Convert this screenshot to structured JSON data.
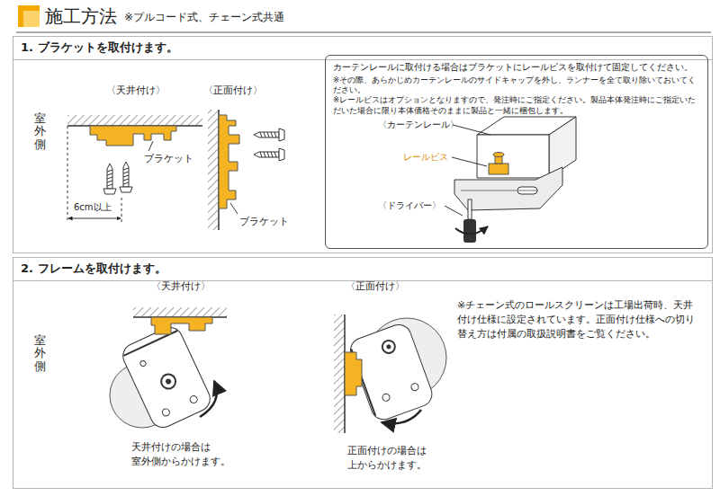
{
  "diagram": {
    "title": "施工方法",
    "nodes": [
      {
        "text": [
          "1. ブラケットを取付けます。"
        ]
      },
      {
        "text": [
          "カーテンレールに取付ける場合はブラケットにレールビスを取付けて固定してください。",
          "※その際、あらかじめカーテンレールのサイドキャップを外し、ランナーを全て取り除いておいてください。",
          "※レールビスはオプションとなりますので、発注時にご指定ください。製品本体発注時にご指定いただいた場合に限り本体価格そのままに製品と一緒に梱包します。"
        ],
        "in": 0
      },
      {
        "text": [
          "2. フレームを取付けます。"
        ]
      }
    ],
    "labels": [
      "※プルコード式、チェーン式共通",
      "〈天井付け〉",
      "〈正面付け〉",
      "室外側",
      "ブラケット",
      "ブラケット",
      "6cm以上",
      "〈カーテンレール〉",
      "レールビス",
      "〈ドライバー〉",
      "〈天井付け〉",
      "〈正面付け〉",
      "室外側",
      "天井付けの場合は 室外側からかけます。",
      "正面付けの場合は 上からかけます。",
      "※チェーン式のロールスクリーンは工場出荷時、天井付け仕様に設定されています。正面付け仕様への切り替え方は付属の取扱説明書をご覧ください。"
    ]
  }
}
